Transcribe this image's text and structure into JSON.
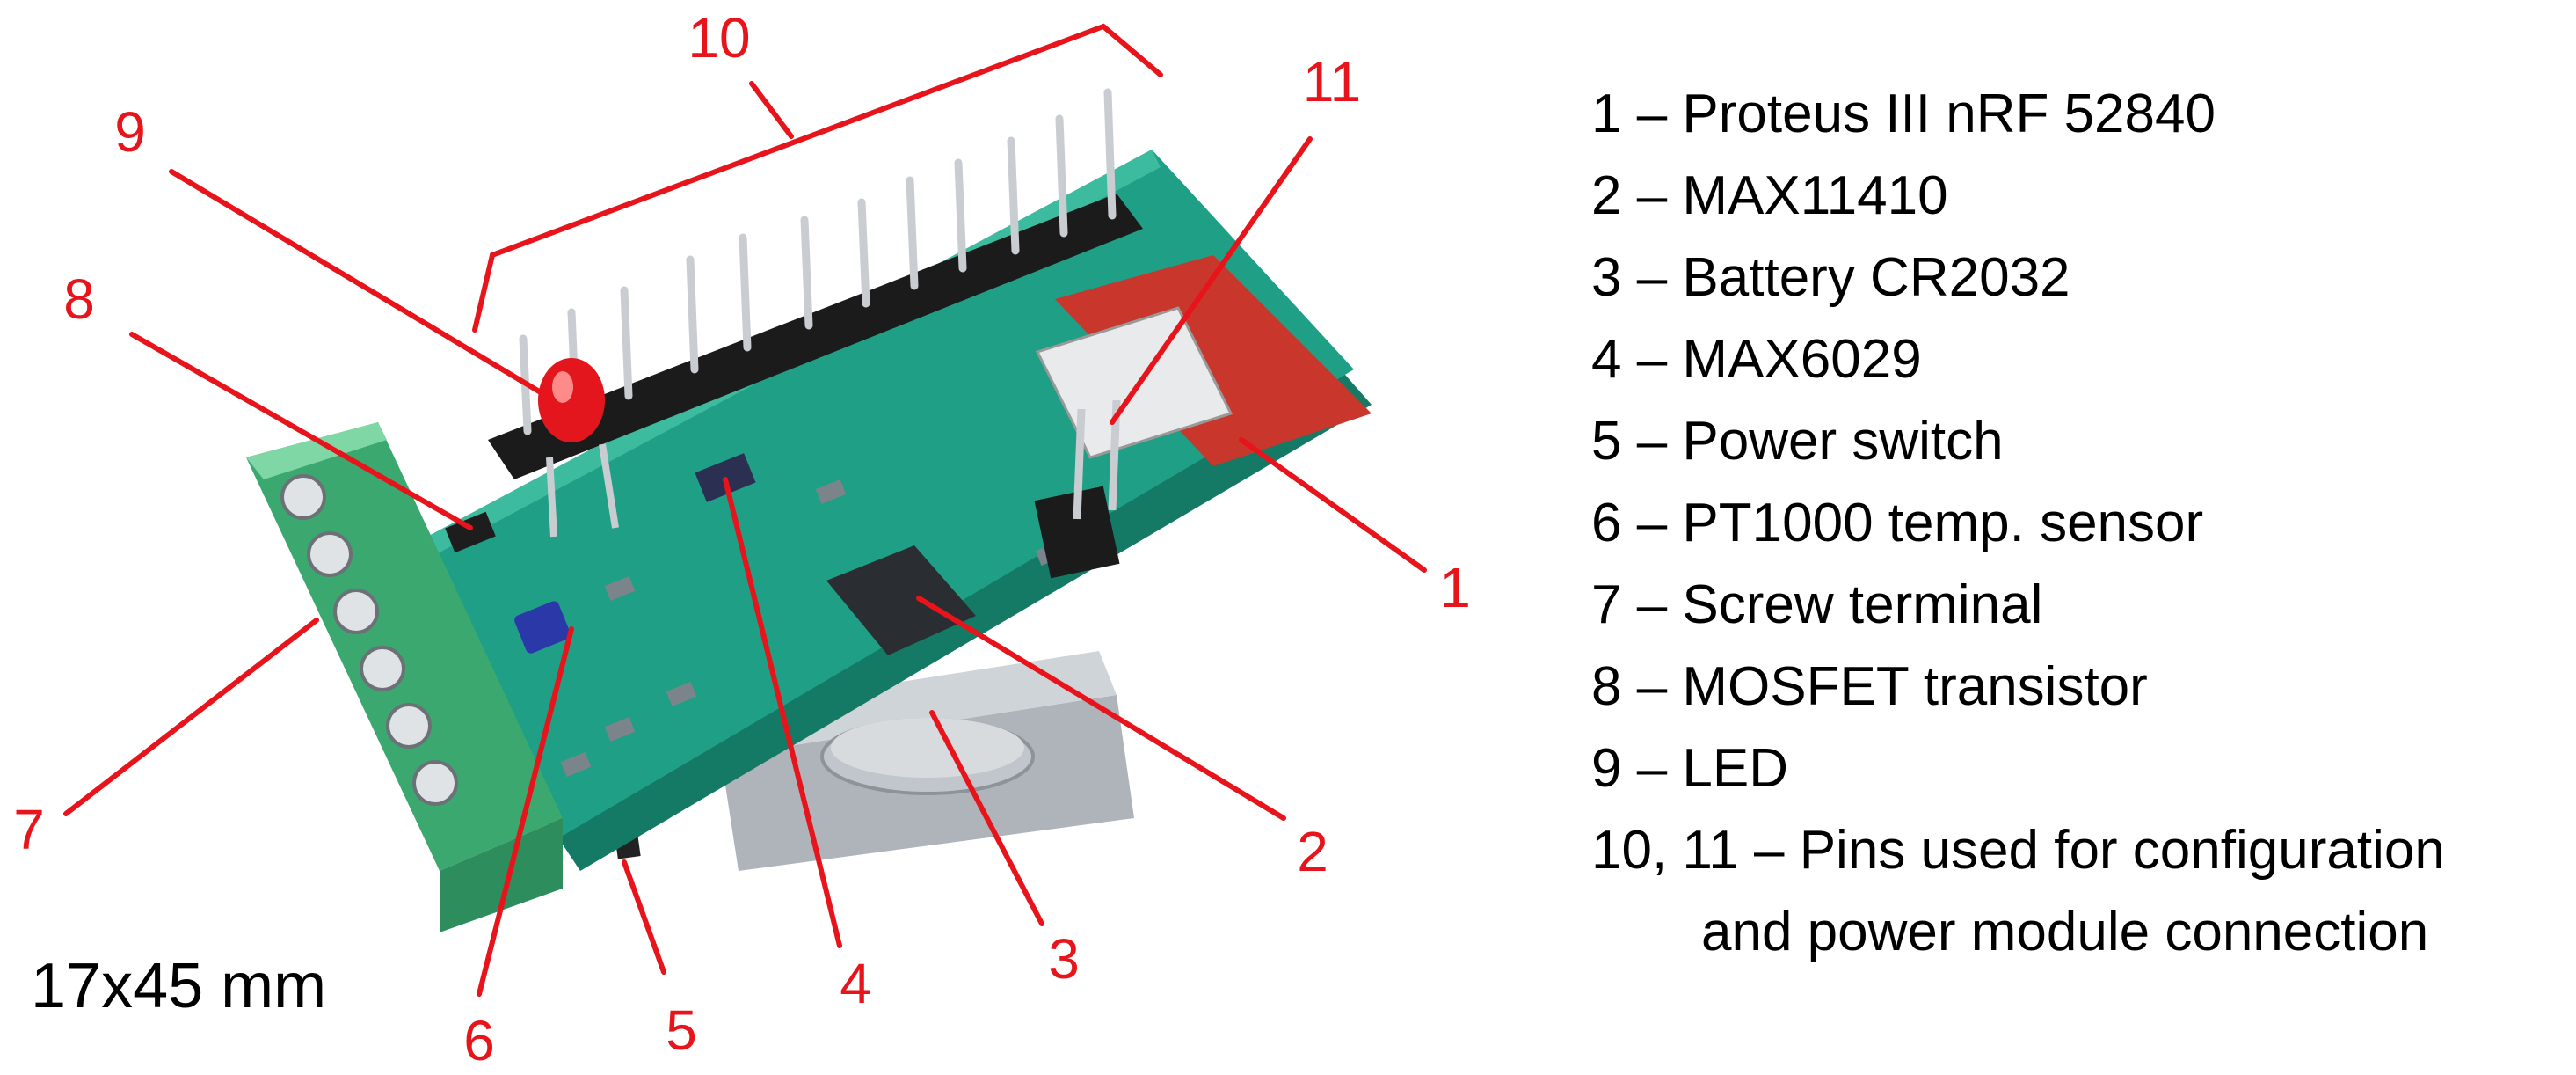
{
  "colors": {
    "callout": "#e8141b",
    "pcb": "#1f9f86",
    "pcb_dark": "#147a66",
    "terminal": "#4fbf84",
    "header_pins": "#1b1b1b",
    "metal": "#b9bfc4",
    "led": "#e3151d",
    "antenna": "#c9362b"
  },
  "callouts": [
    {
      "id": "1",
      "label": "1"
    },
    {
      "id": "2",
      "label": "2"
    },
    {
      "id": "3",
      "label": "3"
    },
    {
      "id": "4",
      "label": "4"
    },
    {
      "id": "5",
      "label": "5"
    },
    {
      "id": "6",
      "label": "6"
    },
    {
      "id": "7",
      "label": "7"
    },
    {
      "id": "8",
      "label": "8"
    },
    {
      "id": "9",
      "label": "9"
    },
    {
      "id": "10",
      "label": "10"
    },
    {
      "id": "11",
      "label": "11"
    }
  ],
  "legend": [
    "1 – Proteus III nRF 52840",
    "2 – MAX11410",
    "3 – Battery CR2032",
    "4 – MAX6029",
    "5 – Power switch",
    "6 – PT1000 temp. sensor",
    "7 – Screw terminal",
    "8 – MOSFET transistor",
    "9 – LED",
    "10, 11 – Pins used for configuration",
    "and power module connection"
  ],
  "dimensions": "17x45 mm"
}
